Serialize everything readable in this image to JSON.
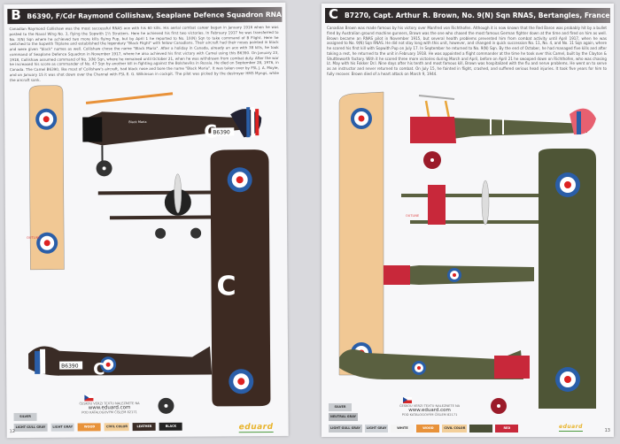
{
  "left_page": {
    "letter": "B",
    "title": "B6390, F/Cdr Raymond Collishaw, Seaplane Defence Squadron RNAS, December 1917",
    "text": "Canadian Raymond Collishaw was the most successful RNAS ace with his 60 kills. His aerial combat career began in January 1916 when he was posted to the Naval Wing No. 3, flying the Sopwith 1½ Strutters. Here he achieved his first two victories. In February 1917 he was transferred to No. 3(N) Sqn where he achieved two more kills flying Pup, but by April 1 he reported to No. 10(N) Sqn to take command of B Flight. Here he switched to the Sopwith Triplane and established the legendary \"Black Flight\" with fellow Canadians. Their aircraft had their noses painted in black and were given \"black\" names as well. Collishaw chose the name \"Black Maria\". After a holiday in Canada, already an ace with 38 kills, he took command of Seaplane Defence Squadron in November 1917, where he also achieved his first victory with Camel using this B6390. On January 23, 1918, Collishaw assumed command of No. 3(N) Sqn, where he remained until October 21, when he was withdrawn from combat duty. After the war he increased his score as commander of No. 47 Sqn by another kill in fighting against the Bolsheviks in Russia. He died on September 28, 1976, in Canada. The Camel B6390, like most of Collishaw's aircraft, had black nose and bore the name \"Black Maria\". It was taken over by FSL J. A. Moyle, and on January 15 it was shot down over the Channel with FSL E. G. Wilkinson in cockpit. The pilot was picked by the destroyer HMS Myngs, while the aircraft sank.",
    "serial": "B6390",
    "code": "C",
    "aircraft_name": "Black Maria",
    "outline_label": "OUTLINE",
    "page_number": "12",
    "legend": [
      {
        "label": "SILVER",
        "color": "#c9ccd0"
      },
      {
        "label": "LIGHT GULL GRAY",
        "color": "#c4c7cb"
      },
      {
        "label": "LIGHT GRAY",
        "color": "#cfd3d8"
      },
      {
        "label": "WOOD",
        "color": "#e8923a"
      },
      {
        "label": "CIVIL COLOR",
        "color": "#f3cf9a"
      },
      {
        "label": "LEATHER",
        "color": "#3a2c26"
      },
      {
        "label": "BLACK",
        "color": "#222"
      }
    ]
  },
  "right_page": {
    "letter": "C",
    "title": "B7270, Capt. Arthur R. Brown, No. 9(N) Sqn RNAS, Bertangles, France, April 1918",
    "text": "Canadian Brown was made famous by his victory over Manfred von Richthofen. Although it is now known that the Red Baron was probably hit by a bullet fired by Australian ground machine gunners, Brown was the one who chased the most famous German fighter down at the time and fired on him as well. Brown became an RNAS pilot in November 1915, but several health problems prevented him from combat activity until April 1917, when he was assigned to No. 9(N) Sqn RNAS. He did not stay long with this unit, however, and changed in quick succession No. 11, No. 4, and No. 11 Sqn again, where he scored his first kill with Sopwith Pup on July 17. In September he returned to No. 9(N) Sqn. By the end of October, he had managed five kills and after taking a rest, he returned to the unit in February 1918. He was appointed a flight commander at the time he took over this Camel, built by the Clayton & Shuttleworth factory. With it he scored three more victories during March and April, before on April 21 he swooped down on Richthofen, who was chasing Lt. May with his Fokker Dr.I. Nine days after his tenth and most famous kill, Brown was hospitalized with the flu and nerve problems. He went on to serve as an instructor and never returned to combat. On July 15, he fainted in flight, crashed, and suffered serious head injuries. It took five years for him to fully recover. Brown died of a heart attack on March 9, 1944.",
    "outline_label": "OUTLINE",
    "page_number": "13",
    "legend": [
      {
        "label": "SILVER",
        "color": "#c9ccd0"
      },
      {
        "label": "NEUTRAL GRAY",
        "color": "#b5b8bc"
      },
      {
        "label": "LIGHT GULL GRAY",
        "color": "#c4c7cb"
      },
      {
        "label": "LIGHT GRAY",
        "color": "#cfd3d8"
      },
      {
        "label": "WHITE",
        "color": "#f4f4f4"
      },
      {
        "label": "WOOD",
        "color": "#e8923a"
      },
      {
        "label": "CIVIL COLOR",
        "color": "#f3cf9a"
      },
      {
        "label": "PC10",
        "color": "#4a4f36"
      },
      {
        "label": "RED",
        "color": "#c8283a"
      }
    ]
  },
  "footer": {
    "czech_note": "ČESKOU VERZI TEXTU NALEZNETE NA",
    "url": "www.eduard.com",
    "catalog_note": "POD KATALOGOVÝM ČÍSLEM 82171",
    "logo": "eduard"
  }
}
